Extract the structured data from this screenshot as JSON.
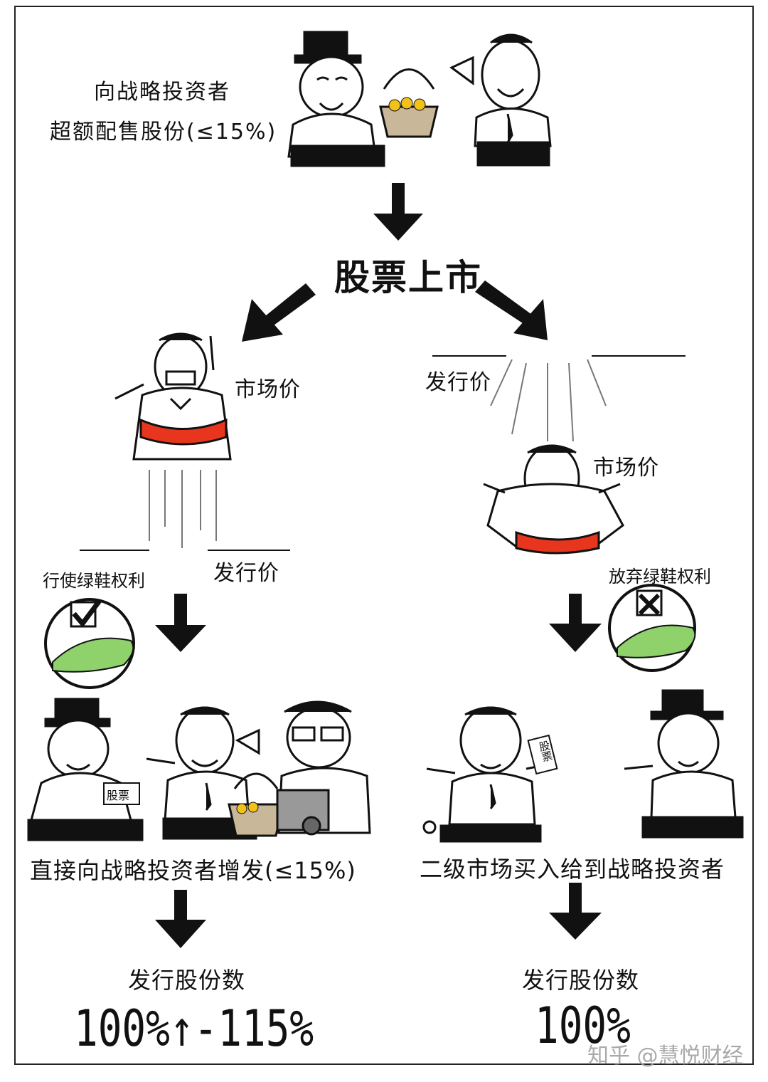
{
  "top": {
    "line1": "向战略投资者",
    "line2": "超额配售股份(≤15%)"
  },
  "center_title": "股票上市",
  "left_branch": {
    "market_price": "市场价",
    "issue_price": "发行价",
    "action": "行使绿鞋权利",
    "card_label": "股票",
    "result": "直接向战略投资者增发(≤15%)",
    "shares_label": "发行股份数",
    "shares_value": "100%↑-115%"
  },
  "right_branch": {
    "issue_price": "发行价",
    "market_price": "市场价",
    "action": "放弃绿鞋权利",
    "card_label": "股票",
    "result": "二级市场买入给到战略投资者",
    "shares_label": "发行股份数",
    "shares_value": "100%"
  },
  "watermark": "知乎 @慧悦财经",
  "colors": {
    "shoe_green": "#8fd16a",
    "shorts_red": "#e8361e",
    "coin_yellow": "#f2c21b",
    "ink": "#111111"
  },
  "icons": {
    "check": "check-icon",
    "cross": "cross-icon"
  }
}
